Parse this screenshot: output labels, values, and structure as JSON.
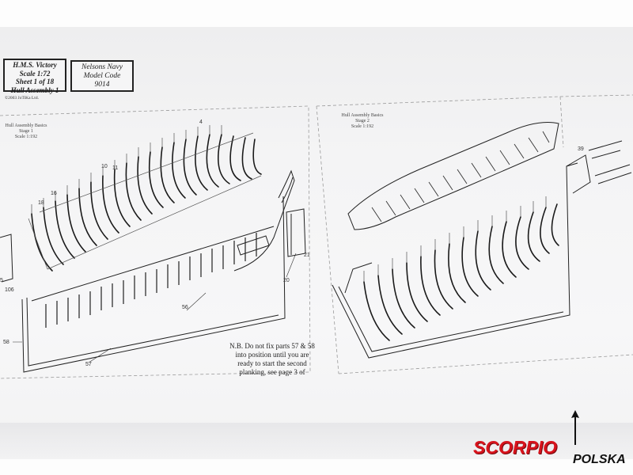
{
  "title_box": {
    "line1": "H.M.S. Victory",
    "line2": "Scale 1:72",
    "line3": "Sheet 1 of 18",
    "line4": "Hull Assembly 1"
  },
  "code_box": {
    "line1": "Nelsons Navy",
    "line2": "Model Code",
    "line3": "9014"
  },
  "copyright": "©2003 JoTiKa Ltd.",
  "stage1": {
    "title": "Hull Assembly Basics",
    "stage": "Stage 1",
    "scale": "Scale 1:192"
  },
  "stage2": {
    "title": "Hull Assembly Basics",
    "stage": "Stage 2",
    "scale": "Scale 1:192"
  },
  "note": {
    "line1": "N.B. Do not fix parts 57 & 58",
    "line2": "into position until you are",
    "line3": "ready to start the second",
    "line4": "planking, see page 3 of"
  },
  "part_numbers": [
    "4",
    "10",
    "11",
    "16",
    "18",
    "20",
    "21",
    "39",
    "56",
    "57",
    "58",
    "106",
    "5"
  ],
  "logo": {
    "brand": "SCORPIO",
    "sub": "POLSKA",
    "brand_color": "#d8131c"
  }
}
